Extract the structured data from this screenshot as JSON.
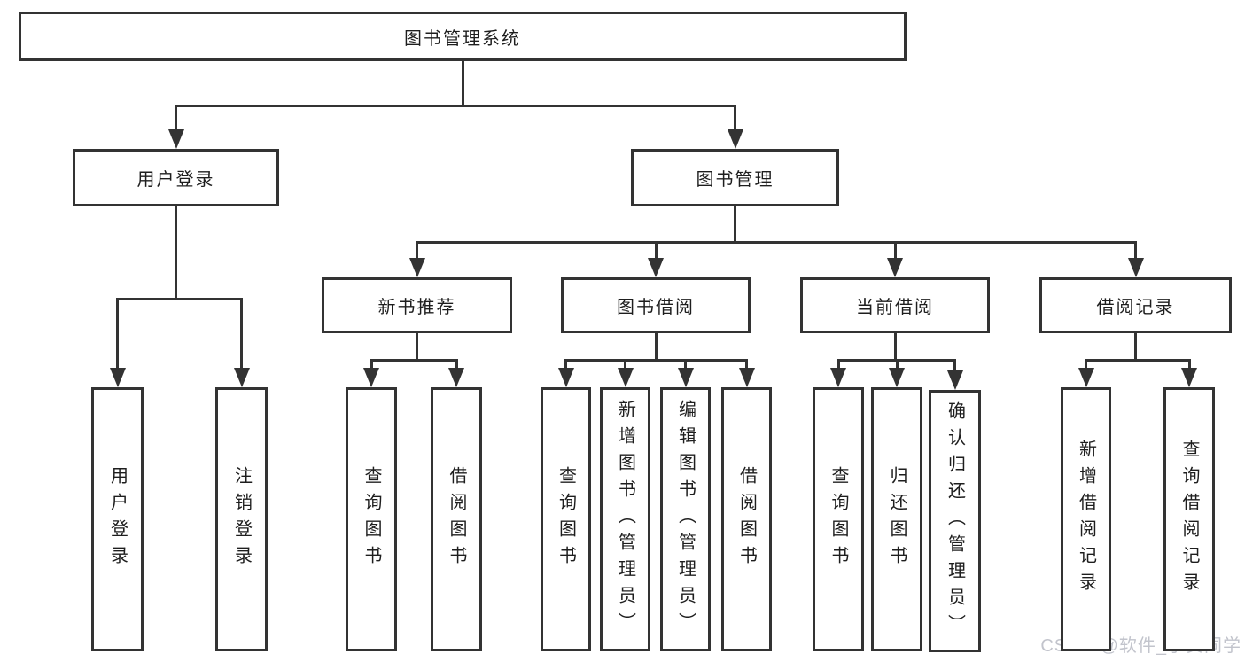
{
  "tree": {
    "id": "root",
    "label": "图书管理系统",
    "children": [
      {
        "id": "user-login",
        "label": "用户登录",
        "children": [
          {
            "id": "ul-login",
            "label": "用户登录"
          },
          {
            "id": "ul-logout",
            "label": "注销登录"
          }
        ]
      },
      {
        "id": "book-mgmt",
        "label": "图书管理",
        "children": [
          {
            "id": "new-book-rec",
            "label": "新书推荐",
            "children": [
              {
                "id": "nbr-query",
                "label": "查询图书"
              },
              {
                "id": "nbr-borrow",
                "label": "借阅图书"
              }
            ]
          },
          {
            "id": "book-borrow",
            "label": "图书借阅",
            "children": [
              {
                "id": "bb-query",
                "label": "查询图书"
              },
              {
                "id": "bb-add",
                "label": "新增图书（管理员）"
              },
              {
                "id": "bb-edit",
                "label": "编辑图书（管理员）"
              },
              {
                "id": "bb-borrow",
                "label": "借阅图书"
              }
            ]
          },
          {
            "id": "current-borrow",
            "label": "当前借阅",
            "children": [
              {
                "id": "cb-query",
                "label": "查询图书"
              },
              {
                "id": "cb-return",
                "label": "归还图书"
              },
              {
                "id": "cb-confirm",
                "label": "确认归还（管理员）"
              }
            ]
          },
          {
            "id": "borrow-records",
            "label": "借阅记录",
            "children": [
              {
                "id": "br-add",
                "label": "新增借阅记录"
              },
              {
                "id": "br-query",
                "label": "查询借阅记录"
              }
            ]
          }
        ]
      }
    ]
  },
  "watermark": "CSDN @软件_小贺同学",
  "colors": {
    "line": "#333333",
    "text": "#1e1e1e",
    "background": "#ffffff",
    "watermark": "#c2c4cc"
  }
}
